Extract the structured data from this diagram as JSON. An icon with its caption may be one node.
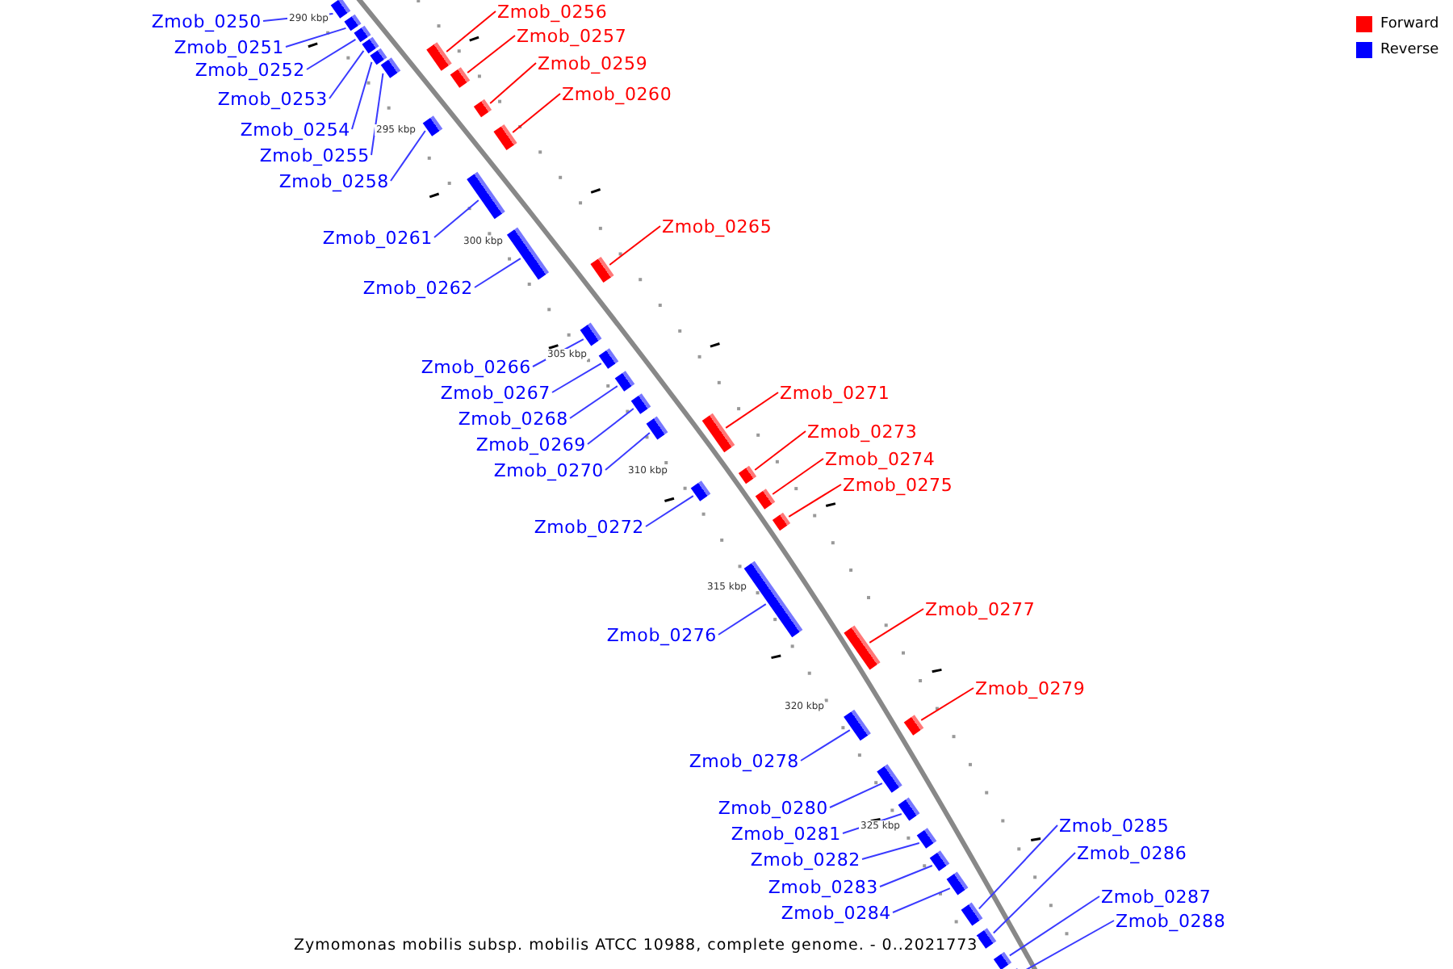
{
  "diagram": {
    "caption": "Zymomonas mobilis subsp. mobilis ATCC 10988, complete genome. - 0..2021773",
    "nodes": [
      {
        "text": [
          "Zmob_0250"
        ]
      },
      {
        "text": [],
        "shape": "bar"
      },
      {
        "text": [
          "Zmob_0251"
        ]
      },
      {
        "text": [],
        "shape": "bar"
      },
      {
        "text": [
          "Zmob_0252"
        ]
      },
      {
        "text": [],
        "shape": "bar"
      },
      {
        "text": [
          "Zmob_0253"
        ]
      },
      {
        "text": [],
        "shape": "bar"
      },
      {
        "text": [
          "Zmob_0254"
        ]
      },
      {
        "text": [],
        "shape": "bar"
      },
      {
        "text": [
          "Zmob_0255"
        ]
      },
      {
        "text": [],
        "shape": "bar"
      },
      {
        "text": [
          "Zmob_0256"
        ]
      },
      {
        "text": [],
        "shape": "bar"
      },
      {
        "text": [
          "Zmob_0257"
        ]
      },
      {
        "text": [],
        "shape": "bar"
      },
      {
        "text": [
          "Zmob_0258"
        ]
      },
      {
        "text": [],
        "shape": "bar"
      },
      {
        "text": [
          "Zmob_0259"
        ]
      },
      {
        "text": [],
        "shape": "bar"
      },
      {
        "text": [
          "Zmob_0260"
        ]
      },
      {
        "text": [],
        "shape": "bar"
      },
      {
        "text": [
          "Zmob_0261"
        ]
      },
      {
        "text": [],
        "shape": "bar"
      },
      {
        "text": [
          "Zmob_0262"
        ]
      },
      {
        "text": [],
        "shape": "bar"
      },
      {
        "text": [
          "Zmob_0265"
        ]
      },
      {
        "text": [],
        "shape": "bar"
      },
      {
        "text": [
          "Zmob_0266"
        ]
      },
      {
        "text": [],
        "shape": "bar"
      },
      {
        "text": [
          "Zmob_0267"
        ]
      },
      {
        "text": [],
        "shape": "bar"
      },
      {
        "text": [
          "Zmob_0268"
        ]
      },
      {
        "text": [],
        "shape": "bar"
      },
      {
        "text": [
          "Zmob_0269"
        ]
      },
      {
        "text": [],
        "shape": "bar"
      },
      {
        "text": [
          "Zmob_0270"
        ]
      },
      {
        "text": [],
        "shape": "bar"
      },
      {
        "text": [
          "Zmob_0271"
        ]
      },
      {
        "text": [],
        "shape": "bar"
      },
      {
        "text": [
          "Zmob_0272"
        ]
      },
      {
        "text": [],
        "shape": "bar"
      },
      {
        "text": [
          "Zmob_0273"
        ]
      },
      {
        "text": [],
        "shape": "bar"
      },
      {
        "text": [
          "Zmob_0274"
        ]
      },
      {
        "text": [],
        "shape": "bar"
      },
      {
        "text": [
          "Zmob_0275"
        ]
      },
      {
        "text": [],
        "shape": "bar"
      },
      {
        "text": [
          "Zmob_0276"
        ]
      },
      {
        "text": [],
        "shape": "bar"
      },
      {
        "text": [
          "Zmob_0277"
        ]
      },
      {
        "text": [],
        "shape": "bar"
      },
      {
        "text": [
          "Zmob_0278"
        ]
      },
      {
        "text": [],
        "shape": "bar"
      },
      {
        "text": [
          "Zmob_0279"
        ]
      },
      {
        "text": [],
        "shape": "bar"
      },
      {
        "text": [
          "Zmob_0280"
        ]
      },
      {
        "text": [],
        "shape": "bar"
      },
      {
        "text": [
          "Zmob_0281"
        ]
      },
      {
        "text": [],
        "shape": "bar"
      },
      {
        "text": [
          "Zmob_0282"
        ]
      },
      {
        "text": [],
        "shape": "bar"
      },
      {
        "text": [
          "Zmob_0283"
        ]
      },
      {
        "text": [],
        "shape": "bar"
      },
      {
        "text": [
          "Zmob_0284"
        ]
      },
      {
        "text": [],
        "shape": "bar"
      },
      {
        "text": [
          "Zmob_0285"
        ]
      },
      {
        "text": [],
        "shape": "bar"
      },
      {
        "text": [
          "Zmob_0286"
        ]
      },
      {
        "text": [],
        "shape": "bar"
      },
      {
        "text": [
          "Zmob_0287"
        ]
      },
      {
        "text": [],
        "shape": "bar"
      },
      {
        "text": [
          "Zmob_0288"
        ]
      },
      {
        "text": [],
        "shape": "bar"
      }
    ],
    "edges": [
      {
        "from": 0,
        "to": 1,
        "arrow": "none"
      },
      {
        "from": 2,
        "to": 3,
        "arrow": "none"
      },
      {
        "from": 4,
        "to": 5,
        "arrow": "none"
      },
      {
        "from": 6,
        "to": 7,
        "arrow": "none"
      },
      {
        "from": 8,
        "to": 9,
        "arrow": "none"
      },
      {
        "from": 10,
        "to": 11,
        "arrow": "none"
      },
      {
        "from": 12,
        "to": 13,
        "arrow": "none",
        "color": "#ff0000"
      },
      {
        "from": 14,
        "to": 15,
        "arrow": "none",
        "color": "#ff0000"
      },
      {
        "from": 16,
        "to": 17,
        "arrow": "none"
      },
      {
        "from": 18,
        "to": 19,
        "arrow": "none",
        "color": "#ff0000"
      },
      {
        "from": 20,
        "to": 21,
        "arrow": "none",
        "color": "#ff0000"
      },
      {
        "from": 22,
        "to": 23,
        "arrow": "none"
      },
      {
        "from": 24,
        "to": 25,
        "arrow": "none"
      },
      {
        "from": 26,
        "to": 27,
        "arrow": "none",
        "color": "#ff0000"
      },
      {
        "from": 28,
        "to": 29,
        "arrow": "none"
      },
      {
        "from": 30,
        "to": 31,
        "arrow": "none"
      },
      {
        "from": 32,
        "to": 33,
        "arrow": "none"
      },
      {
        "from": 34,
        "to": 35,
        "arrow": "none"
      },
      {
        "from": 36,
        "to": 37,
        "arrow": "none"
      },
      {
        "from": 38,
        "to": 39,
        "arrow": "none",
        "color": "#ff0000"
      },
      {
        "from": 40,
        "to": 41,
        "arrow": "none"
      },
      {
        "from": 42,
        "to": 43,
        "arrow": "none",
        "color": "#ff0000"
      },
      {
        "from": 44,
        "to": 45,
        "arrow": "none",
        "color": "#ff0000"
      },
      {
        "from": 46,
        "to": 47,
        "arrow": "none",
        "color": "#ff0000"
      },
      {
        "from": 48,
        "to": 49,
        "arrow": "none"
      },
      {
        "from": 50,
        "to": 51,
        "arrow": "none",
        "color": "#ff0000"
      },
      {
        "from": 52,
        "to": 53,
        "arrow": "none"
      },
      {
        "from": 54,
        "to": 55,
        "arrow": "none",
        "color": "#ff0000"
      },
      {
        "from": 56,
        "to": 57,
        "arrow": "none"
      },
      {
        "from": 58,
        "to": 59,
        "arrow": "none"
      },
      {
        "from": 60,
        "to": 61,
        "arrow": "none"
      },
      {
        "from": 62,
        "to": 63,
        "arrow": "none"
      },
      {
        "from": 64,
        "to": 65,
        "arrow": "none"
      },
      {
        "from": 66,
        "to": 67,
        "arrow": "none"
      },
      {
        "from": 68,
        "to": 69,
        "arrow": "none"
      },
      {
        "from": 70,
        "to": 71,
        "arrow": "none"
      },
      {
        "from": 72,
        "to": 73,
        "arrow": "none"
      }
    ],
    "labels": [
      "290 kbp",
      "295 kbp",
      "300 kbp",
      "305 kbp",
      "310 kbp",
      "315 kbp",
      "320 kbp",
      "325 kbp"
    ],
    "legend": [
      {
        "text": "Forward",
        "color": "#ff0000"
      },
      {
        "text": "Reverse",
        "color": "#0000ff"
      }
    ]
  }
}
